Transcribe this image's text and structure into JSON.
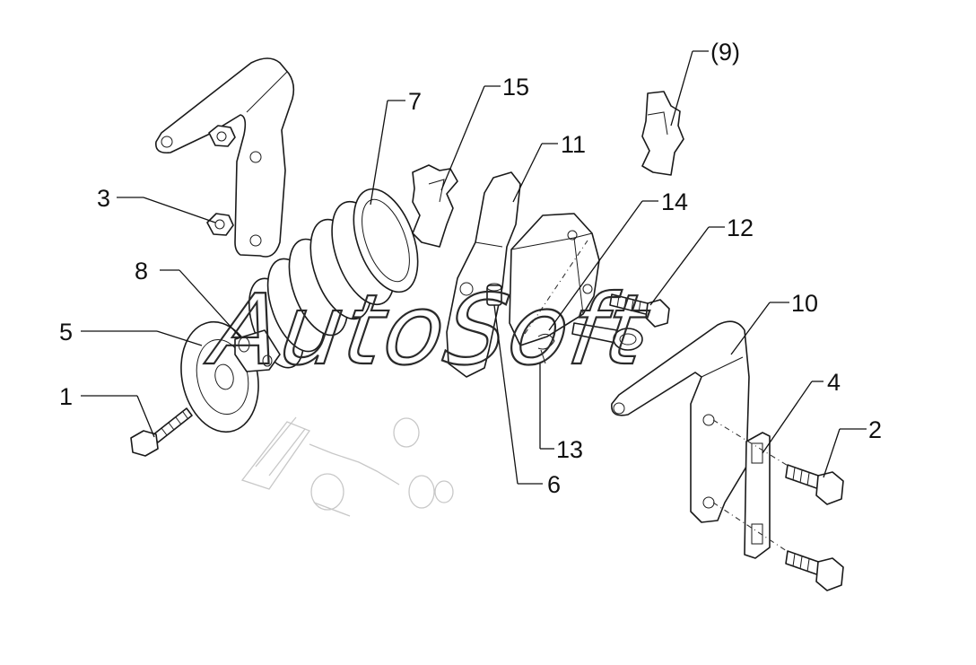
{
  "watermark": "AutoSoft",
  "callouts": {
    "c1": "1",
    "c2": "2",
    "c3": "3",
    "c4": "4",
    "c5": "5",
    "c6": "6",
    "c7": "7",
    "c8": "8",
    "c9": "(9)",
    "c10": "10",
    "c11": "11",
    "c12": "12",
    "c13": "13",
    "c14": "14",
    "c15": "15"
  }
}
